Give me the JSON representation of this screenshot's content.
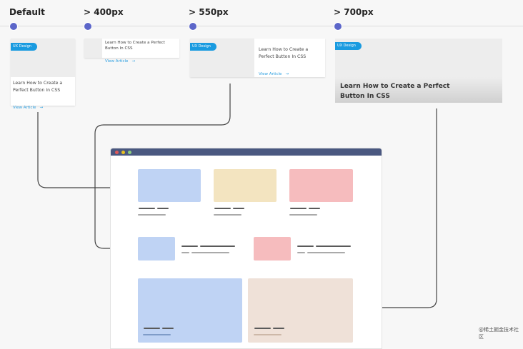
{
  "breakpoints": [
    {
      "label": "Default"
    },
    {
      "label": "> 400px"
    },
    {
      "label": "> 550px"
    },
    {
      "label": "> 700px"
    }
  ],
  "card": {
    "tag": "UX Design",
    "title": "Learn How to Create a Perfect Button In CSS",
    "link": "View Article",
    "link_icon": "arrow-right-icon"
  },
  "colors": {
    "dot": "#5c66c9",
    "tag": "#1a9be0",
    "titlebar": "#4a5880",
    "blue": "#bfd3f4",
    "yellow": "#f3e4c0",
    "pink": "#f6bcbe",
    "beige": "#efe1d8"
  },
  "watermark": "@稀土掘金技术社区"
}
